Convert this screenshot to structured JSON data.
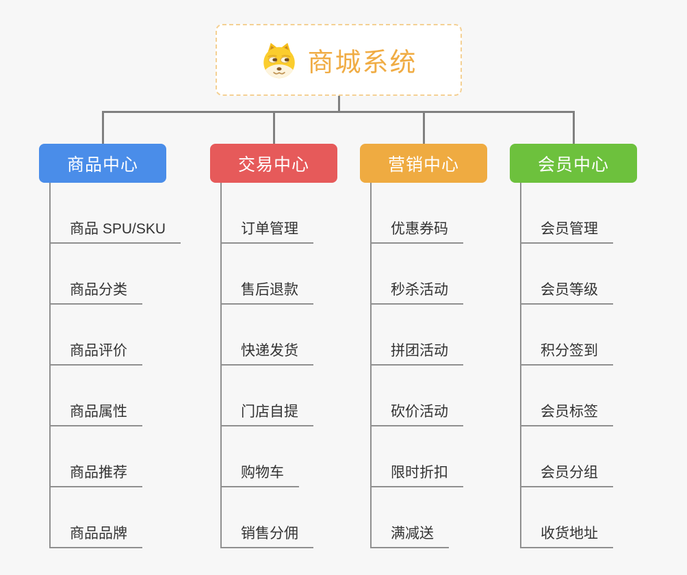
{
  "root": {
    "title": "商城系统",
    "icon": "doge-face-icon",
    "title_color": "#f0ac44",
    "border_color": "#f4d093"
  },
  "connector_color": "#808080",
  "child_line_color": "#8f8f8f",
  "background_color": "#f7f7f7",
  "branches": [
    {
      "label": "商品中心",
      "color": "#4a8de9",
      "children": [
        "商品 SPU/SKU",
        "商品分类",
        "商品评价",
        "商品属性",
        "商品推荐",
        "商品品牌"
      ]
    },
    {
      "label": "交易中心",
      "color": "#e65a5a",
      "children": [
        "订单管理",
        "售后退款",
        "快递发货",
        "门店自提",
        "购物车",
        "销售分佣"
      ]
    },
    {
      "label": "营销中心",
      "color": "#efab41",
      "children": [
        "优惠券码",
        "秒杀活动",
        "拼团活动",
        "砍价活动",
        "限时折扣",
        "满减送"
      ]
    },
    {
      "label": "会员中心",
      "color": "#6dc13d",
      "children": [
        "会员管理",
        "会员等级",
        "积分签到",
        "会员标签",
        "会员分组",
        "收货地址"
      ]
    }
  ]
}
